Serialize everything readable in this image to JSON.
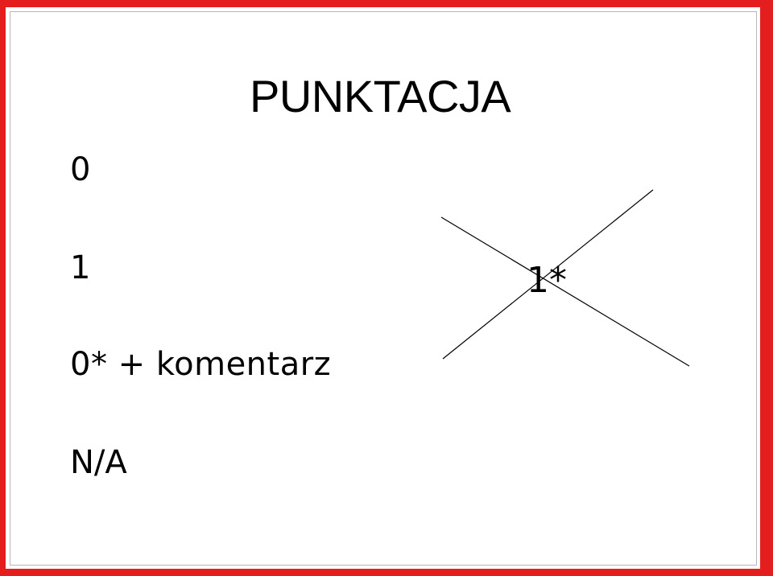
{
  "slide": {
    "title": "PUNKTACJA",
    "scores": {
      "zero": "0",
      "one": "1",
      "zero_comment": "0* + komentarz",
      "na": "N/A"
    },
    "crossed_out": {
      "label": "1*",
      "state": "crossed-out"
    }
  },
  "colors": {
    "frame": "#e41e1e",
    "text": "#000000",
    "background": "#ffffff"
  }
}
